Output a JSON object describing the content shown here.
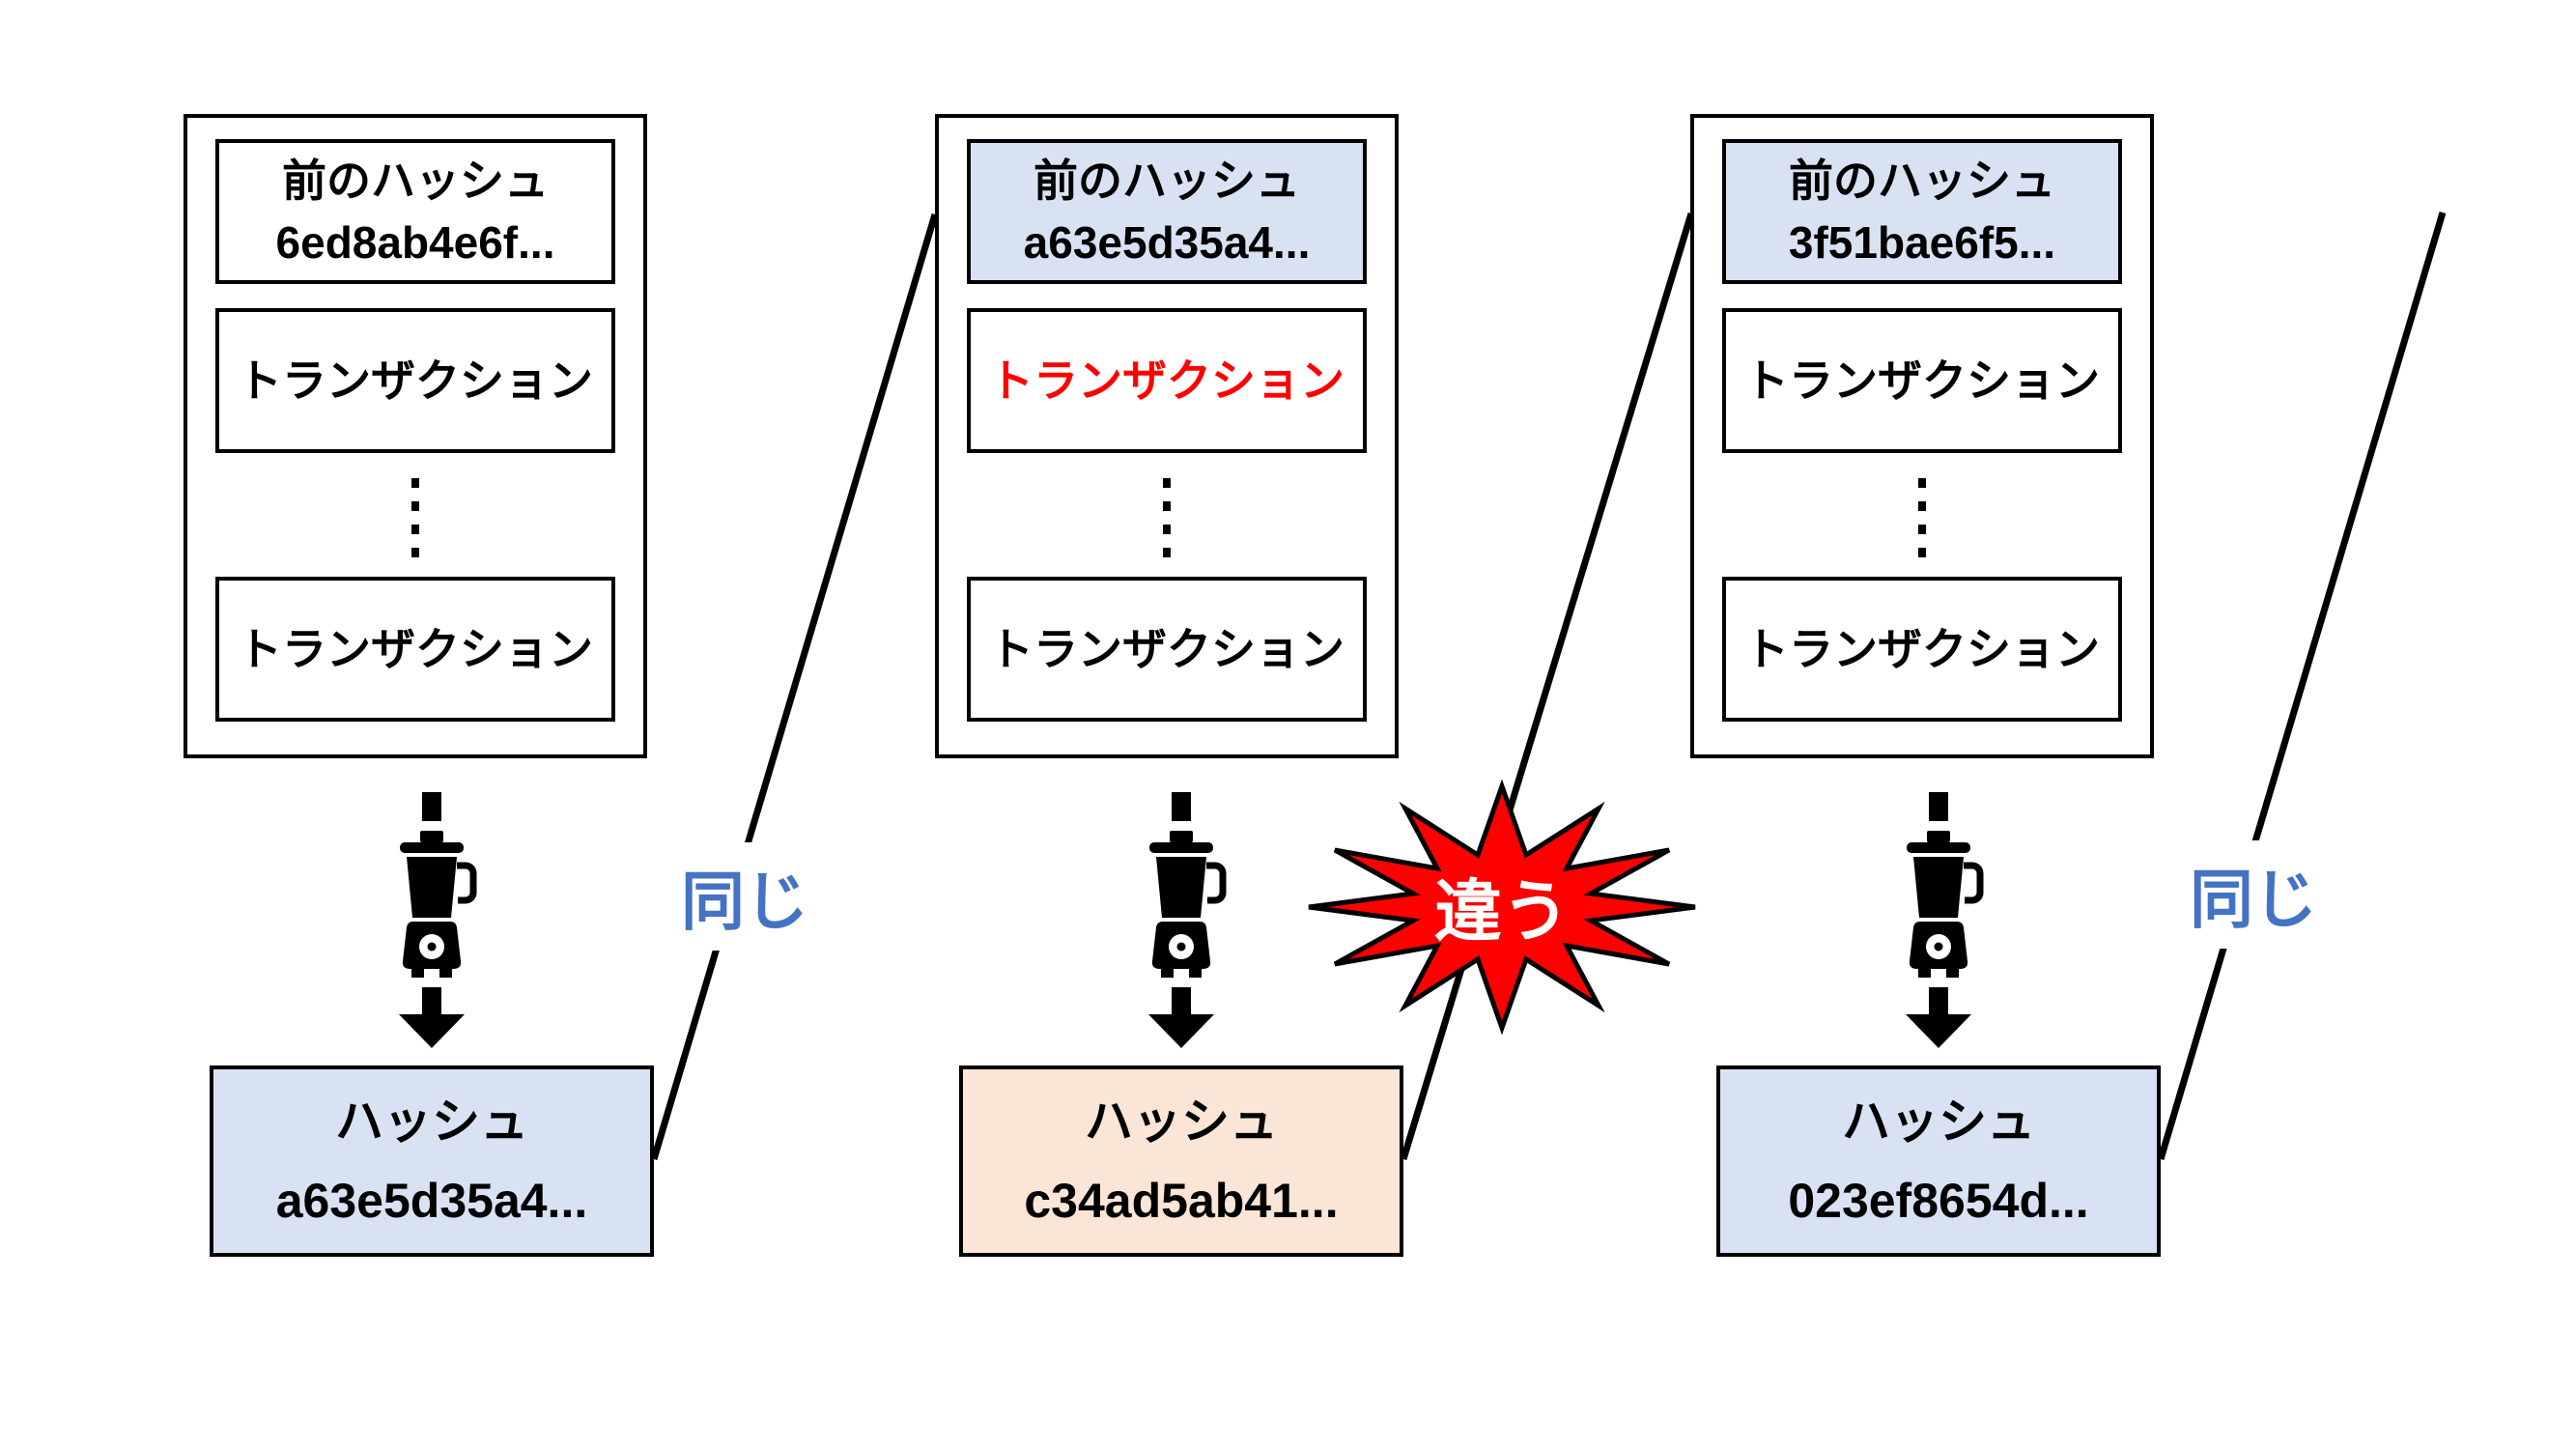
{
  "blocks": [
    {
      "prev_hash_label": "前のハッシュ",
      "prev_hash_value": "6ed8ab4e6f...",
      "transactions": [
        "トランザクション",
        "トランザクション"
      ],
      "ellipsis": "⋮",
      "prev_hash_highlighted": false,
      "tampered_transaction": false
    },
    {
      "prev_hash_label": "前のハッシュ",
      "prev_hash_value": "a63e5d35a4...",
      "transactions": [
        "トランザクション",
        "トランザクション"
      ],
      "ellipsis": "⋮",
      "prev_hash_highlighted": true,
      "tampered_transaction": true
    },
    {
      "prev_hash_label": "前のハッシュ",
      "prev_hash_value": "3f51bae6f5...",
      "transactions": [
        "トランザクション",
        "トランザクション"
      ],
      "ellipsis": "⋮",
      "prev_hash_highlighted": true,
      "tampered_transaction": false
    }
  ],
  "hash_boxes": [
    {
      "label": "ハッシュ",
      "value": "a63e5d35a4...",
      "variant": "blue"
    },
    {
      "label": "ハッシュ",
      "value": "c34ad5ab41...",
      "variant": "peach"
    },
    {
      "label": "ハッシュ",
      "value": "023ef8654d...",
      "variant": "blue"
    }
  ],
  "connectors": [
    {
      "label": "同じ",
      "type": "same"
    },
    {
      "label": "違う",
      "type": "different"
    },
    {
      "label": "同じ",
      "type": "same"
    }
  ],
  "icons": {
    "blender": "blender-icon",
    "down_arrow": "arrow-down-icon",
    "burst": "explosion-burst-shape"
  },
  "colors": {
    "highlight_blue": "#d9e2f3",
    "highlight_peach": "#fbe5d6",
    "same_label_blue": "#4472c4",
    "tampered_red": "#ff0000",
    "burst_fill_red": "#ff0000",
    "burst_text_white": "#ffffff",
    "line_black": "#000000"
  }
}
